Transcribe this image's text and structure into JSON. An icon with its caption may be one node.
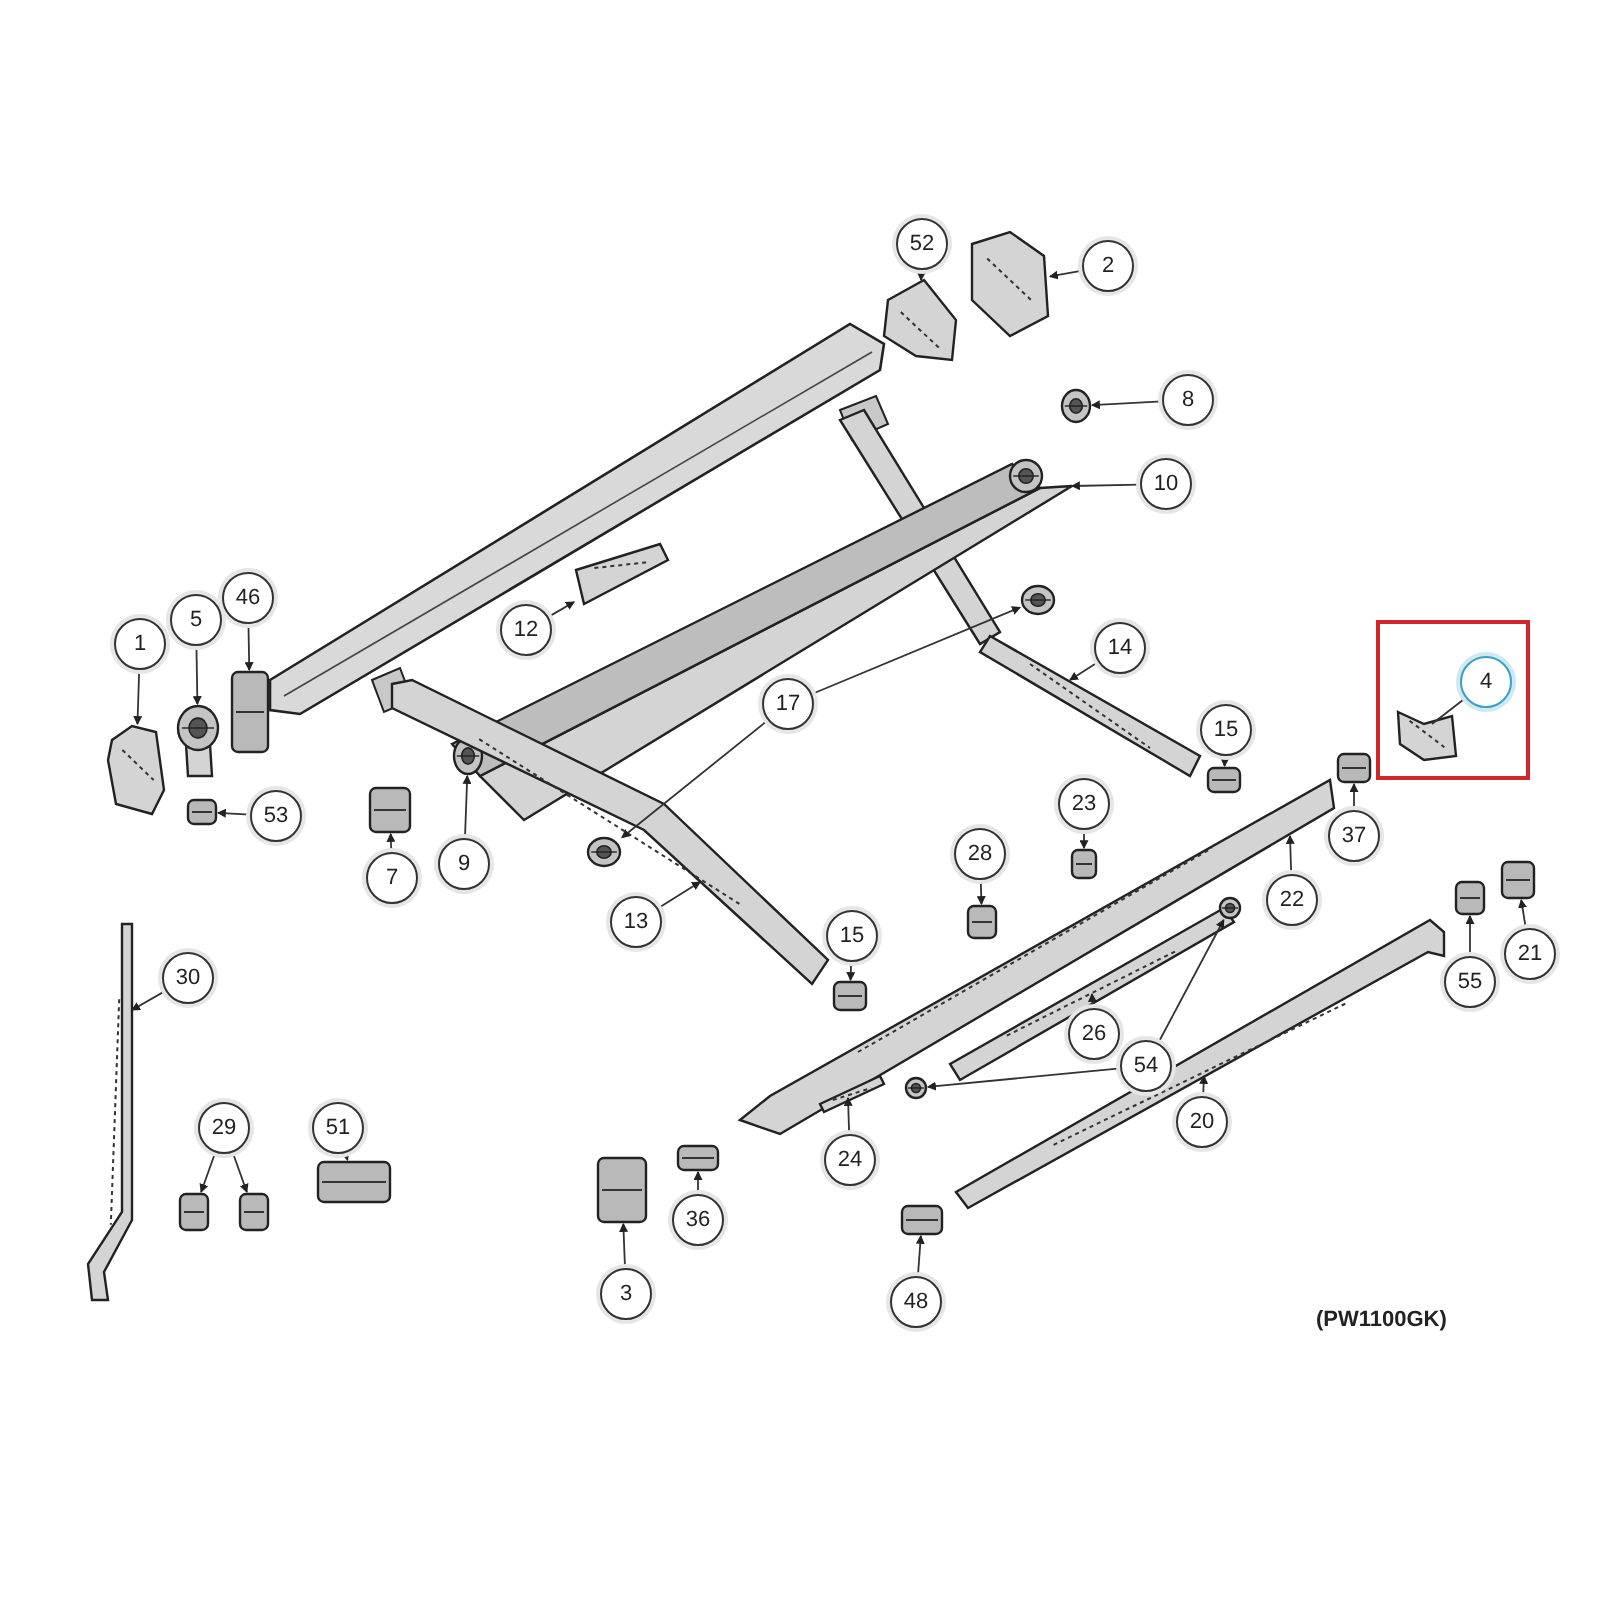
{
  "diagram": {
    "nodes": [
      {
        "text": [
          "52"
        ]
      },
      {
        "text": [],
        "shape": "picture"
      },
      {
        "text": [
          "2"
        ]
      },
      {
        "text": [],
        "shape": "picture"
      },
      {
        "text": [
          "8"
        ]
      },
      {
        "text": [],
        "shape": "picture"
      },
      {
        "text": [
          "10"
        ]
      },
      {
        "text": [],
        "shape": "picture"
      },
      {
        "text": [
          "46"
        ]
      },
      {
        "text": [],
        "shape": "picture"
      },
      {
        "text": [
          "5"
        ]
      },
      {
        "text": [],
        "shape": "picture"
      },
      {
        "text": [
          "1"
        ]
      },
      {
        "text": [],
        "shape": "picture"
      },
      {
        "text": [
          "12"
        ]
      },
      {
        "text": [],
        "shape": "picture"
      },
      {
        "text": [
          "14"
        ]
      },
      {
        "text": [],
        "shape": "picture"
      },
      {
        "text": [],
        "shape": "box"
      },
      {
        "text": [
          "4"
        ],
        "in": 18
      },
      {
        "text": [],
        "shape": "picture",
        "in": 18
      },
      {
        "text": [
          "17"
        ]
      },
      {
        "text": [],
        "shape": "picture"
      },
      {
        "text": [],
        "shape": "picture"
      },
      {
        "text": [
          "15"
        ]
      },
      {
        "text": [],
        "shape": "picture"
      },
      {
        "text": [
          "53"
        ]
      },
      {
        "text": [],
        "shape": "picture"
      },
      {
        "text": [
          "9"
        ]
      },
      {
        "text": [],
        "shape": "picture"
      },
      {
        "text": [
          "7"
        ]
      },
      {
        "text": [],
        "shape": "picture"
      },
      {
        "text": [
          "23"
        ]
      },
      {
        "text": [],
        "shape": "picture"
      },
      {
        "text": [
          "37"
        ]
      },
      {
        "text": [],
        "shape": "picture"
      },
      {
        "text": [
          "28"
        ]
      },
      {
        "text": [],
        "shape": "picture"
      },
      {
        "text": [
          "22"
        ]
      },
      {
        "text": [],
        "shape": "picture"
      },
      {
        "text": [
          "13"
        ]
      },
      {
        "text": [],
        "shape": "picture"
      },
      {
        "text": [
          "15"
        ]
      },
      {
        "text": [],
        "shape": "picture"
      },
      {
        "text": [
          "21"
        ]
      },
      {
        "text": [],
        "shape": "picture"
      },
      {
        "text": [
          "55"
        ]
      },
      {
        "text": [],
        "shape": "picture"
      },
      {
        "text": [
          "30"
        ]
      },
      {
        "text": [],
        "shape": "picture"
      },
      {
        "text": [
          "26"
        ]
      },
      {
        "text": [],
        "shape": "picture"
      },
      {
        "text": [
          "54"
        ]
      },
      {
        "text": [],
        "shape": "picture"
      },
      {
        "text": [],
        "shape": "picture"
      },
      {
        "text": [
          "20"
        ]
      },
      {
        "text": [],
        "shape": "picture"
      },
      {
        "text": [
          "29"
        ]
      },
      {
        "text": [],
        "shape": "picture"
      },
      {
        "text": [],
        "shape": "picture"
      },
      {
        "text": [
          "51"
        ]
      },
      {
        "text": [],
        "shape": "picture"
      },
      {
        "text": [
          "24"
        ]
      },
      {
        "text": [],
        "shape": "picture"
      },
      {
        "text": [
          "36"
        ]
      },
      {
        "text": [],
        "shape": "picture"
      },
      {
        "text": [
          "3"
        ]
      },
      {
        "text": [],
        "shape": "picture"
      },
      {
        "text": [
          "48"
        ]
      },
      {
        "text": [],
        "shape": "picture"
      }
    ],
    "edges": [
      {
        "from": 0,
        "to": 1,
        "arrow": "to"
      },
      {
        "from": 2,
        "to": 3,
        "arrow": "to"
      },
      {
        "from": 4,
        "to": 5,
        "arrow": "to"
      },
      {
        "from": 6,
        "to": 7,
        "arrow": "to"
      },
      {
        "from": 8,
        "to": 9,
        "arrow": "to"
      },
      {
        "from": 10,
        "to": 11,
        "arrow": "to"
      },
      {
        "from": 12,
        "to": 13,
        "arrow": "to"
      },
      {
        "from": 14,
        "to": 15,
        "arrow": "to"
      },
      {
        "from": 16,
        "to": 17,
        "arrow": "to"
      },
      {
        "from": 19,
        "to": 20,
        "arrow": "none"
      },
      {
        "from": 21,
        "to": 22,
        "arrow": "to"
      },
      {
        "from": 21,
        "to": 23,
        "arrow": "to"
      },
      {
        "from": 24,
        "to": 25,
        "arrow": "to"
      },
      {
        "from": 26,
        "to": 27,
        "arrow": "to"
      },
      {
        "from": 28,
        "to": 29,
        "arrow": "to"
      },
      {
        "from": 30,
        "to": 31,
        "arrow": "to"
      },
      {
        "from": 32,
        "to": 33,
        "arrow": "to"
      },
      {
        "from": 34,
        "to": 35,
        "arrow": "to"
      },
      {
        "from": 36,
        "to": 37,
        "arrow": "to"
      },
      {
        "from": 38,
        "to": 39,
        "arrow": "to"
      },
      {
        "from": 40,
        "to": 41,
        "arrow": "to"
      },
      {
        "from": 42,
        "to": 43,
        "arrow": "to"
      },
      {
        "from": 44,
        "to": 45,
        "arrow": "to"
      },
      {
        "from": 46,
        "to": 47,
        "arrow": "to"
      },
      {
        "from": 48,
        "to": 49,
        "arrow": "to"
      },
      {
        "from": 50,
        "to": 51,
        "arrow": "to"
      },
      {
        "from": 52,
        "to": 53,
        "arrow": "to"
      },
      {
        "from": 52,
        "to": 54,
        "arrow": "to"
      },
      {
        "from": 55,
        "to": 56,
        "arrow": "to"
      },
      {
        "from": 57,
        "to": 58,
        "arrow": "to"
      },
      {
        "from": 57,
        "to": 59,
        "arrow": "to"
      },
      {
        "from": 60,
        "to": 61,
        "arrow": "to"
      },
      {
        "from": 62,
        "to": 63,
        "arrow": "to"
      },
      {
        "from": 64,
        "to": 65,
        "arrow": "to"
      },
      {
        "from": 66,
        "to": 67,
        "arrow": "to"
      },
      {
        "from": 68,
        "to": 69,
        "arrow": "to"
      }
    ],
    "labels": [
      "(PW1100GK)"
    ]
  }
}
